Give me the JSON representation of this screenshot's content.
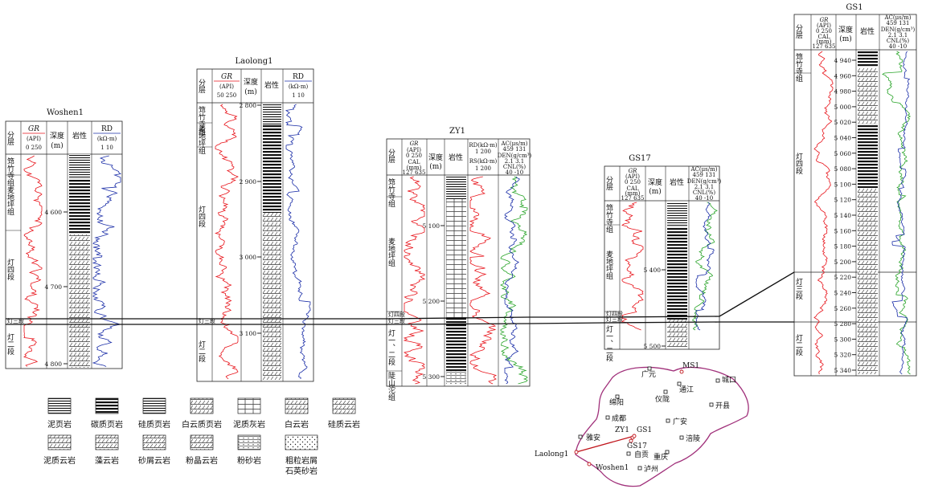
{
  "wells": {
    "woshen1": {
      "title": "Woshen1",
      "headers": {
        "fenceng": "分层",
        "gr": "GR",
        "gr_unit": "(API)",
        "gr_range": "0   250",
        "depth": "深度",
        "depth_unit": "(m)",
        "lith": "岩性",
        "rd": "RD",
        "rd_unit": "(kΩ·m)",
        "rd_range": "1      10"
      },
      "ticks": [
        "4 600",
        "4 700",
        "4 800"
      ],
      "formations": [
        "筇竹寺组",
        "麦地坪组",
        "灯四段",
        "灯三段",
        "灯二段"
      ]
    },
    "laolong1": {
      "title": "Laolong1",
      "headers": {
        "fenceng": "分层",
        "gr": "GR",
        "gr_unit": "(API)",
        "gr_range": "50   250",
        "depth": "深度",
        "depth_unit": "(m)",
        "lith": "岩性",
        "rd": "RD",
        "rd_unit": "(kΩ·m)",
        "rd_range": "1      10"
      },
      "ticks": [
        "2 800",
        "2 900",
        "3 000",
        "3 100"
      ],
      "formations": [
        "筇竹寺组",
        "麦地坪组",
        "灯四段",
        "灯三段",
        "灯二段"
      ]
    },
    "zy1": {
      "title": "ZY1",
      "headers": {
        "fenceng": "分层",
        "gr": "GR",
        "gr_unit": "(API)",
        "gr_range": "0   250",
        "cal": "CAL",
        "cal_unit": "(mm)",
        "cal_range": "127   635",
        "depth": "深度",
        "depth_unit": "(m)",
        "lith": "岩性",
        "rd": "RD(kΩ·m)",
        "rd_range": "1   200",
        "rs": "RS(kΩ·m)",
        "rs_range": "1   200",
        "ac": "AC(μs/m)",
        "ac_range": "459   131",
        "den": "DEN(g/cm³)",
        "den_range": "2.1   3.1",
        "cnl": "CNL(%)",
        "cnl_range": "40   -10"
      },
      "ticks": [
        "5 100",
        "5 200",
        "5 300"
      ],
      "formations": [
        "筇竹寺组",
        "麦地坪组",
        "灯四段",
        "灯三段",
        "灯一、二段",
        "陡山沱组"
      ]
    },
    "gs17": {
      "title": "GS17",
      "headers": {
        "fenceng": "分层",
        "gr": "GR",
        "gr_unit": "(API)",
        "gr_range": "0   250",
        "cal": "CAL",
        "cal_unit": "(mm)",
        "cal_range": "127   635",
        "depth": "深度",
        "depth_unit": "(m)",
        "lith": "岩性",
        "ac": "AC(μs/m)",
        "ac_range": "459   131",
        "den": "DEN(g/cm³)",
        "den_range": "2.1   3.1",
        "cnl": "CNL(%)",
        "cnl_range": "40   -10"
      },
      "ticks": [
        "5 400",
        "5 500"
      ],
      "formations": [
        "筇竹寺组",
        "麦地坪组",
        "灯四段",
        "灯三段",
        "灯一、二段"
      ]
    },
    "gs1": {
      "title": "GS1",
      "headers": {
        "fenceng": "分层",
        "gr": "GR",
        "gr_unit": "(API)",
        "gr_range": "0   250",
        "cal": "CAL",
        "cal_unit": "(mm)",
        "cal_range": "127   635",
        "depth": "深度",
        "depth_unit": "(m)",
        "lith": "岩性",
        "ac": "AC(μs/m)",
        "ac_range": "459   131",
        "den": "DEN(g/cm³)",
        "den_range": "2.1   3.1",
        "cnl": "CNL(%)",
        "cnl_range": "40   -10"
      },
      "ticks": [
        "4 940",
        "4 960",
        "4 980",
        "5 000",
        "5 020",
        "5 040",
        "5 060",
        "5 080",
        "5 100",
        "5 120",
        "5 140",
        "5 160",
        "5 180",
        "5 200",
        "5 220",
        "5 240",
        "5 260",
        "5 280",
        "5 300",
        "5 320",
        "5 340"
      ],
      "formations": [
        "筇竹寺组",
        "灯四段",
        "灯三段",
        "灯二段"
      ]
    }
  },
  "legend": {
    "row1": [
      "泥页岩",
      "碳质页岩",
      "硅质页岩",
      "白云质页岩",
      "泥质灰岩",
      "白云岩",
      "硅质云岩"
    ],
    "row2": [
      "泥质云岩",
      "藻云岩",
      "砂屑云岩",
      "粉晶云岩",
      "粉砂岩"
    ],
    "last_line1": "粗粒岩屑",
    "last_line2": "石英砂岩"
  },
  "map": {
    "places": [
      "MS1",
      "广元",
      "城口",
      "通江",
      "绵阳",
      "仪陇",
      "开县",
      "成都",
      "广安",
      "雅安",
      "ZY1",
      "GS1",
      "GS17",
      "涪陵",
      "Laolong1",
      "自贡",
      "重庆",
      "Woshen1",
      "泸州"
    ]
  },
  "colors": {
    "gr": "#e8141b",
    "rd": "#1c2fa8",
    "den": "#1c2fa8",
    "cnl": "#2aa52a",
    "ac": "#8b1a6b",
    "map_border": "#a0307a"
  }
}
